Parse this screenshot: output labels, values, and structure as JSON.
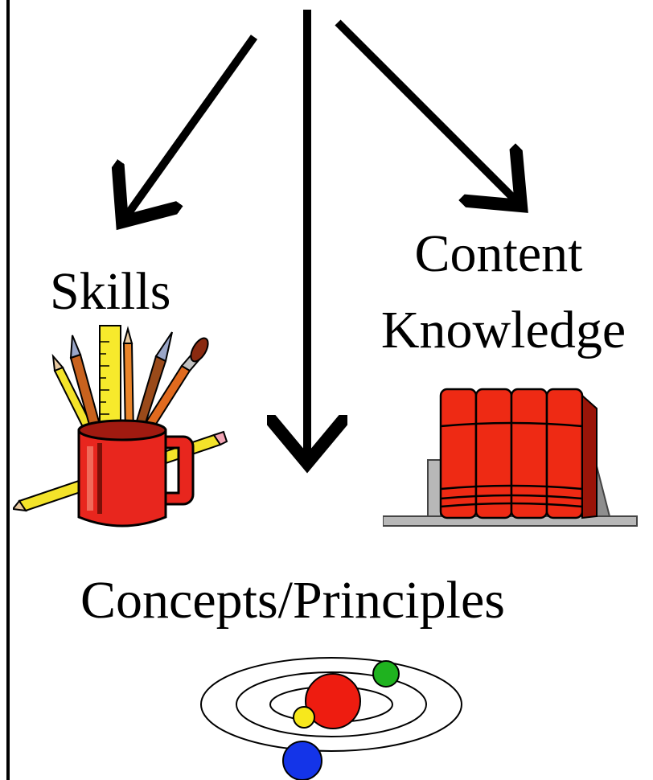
{
  "diagram": {
    "labels": {
      "skills": "Skills",
      "content_line1": "Content",
      "content_line2": "Knowledge",
      "concepts": "Concepts/Principles"
    },
    "icons": {
      "skills": "pencil-cup-icon",
      "content": "books-icon",
      "concepts": "solar-system-icon"
    },
    "colors": {
      "arrow": "#000000",
      "mug": "#e8261e",
      "books": "#ee2a14",
      "bookend": "#b8b8b8",
      "sun": "#ee1c10",
      "planet_green": "#1fb21f",
      "planet_yellow": "#f7e81c",
      "planet_blue": "#1434e8"
    }
  }
}
